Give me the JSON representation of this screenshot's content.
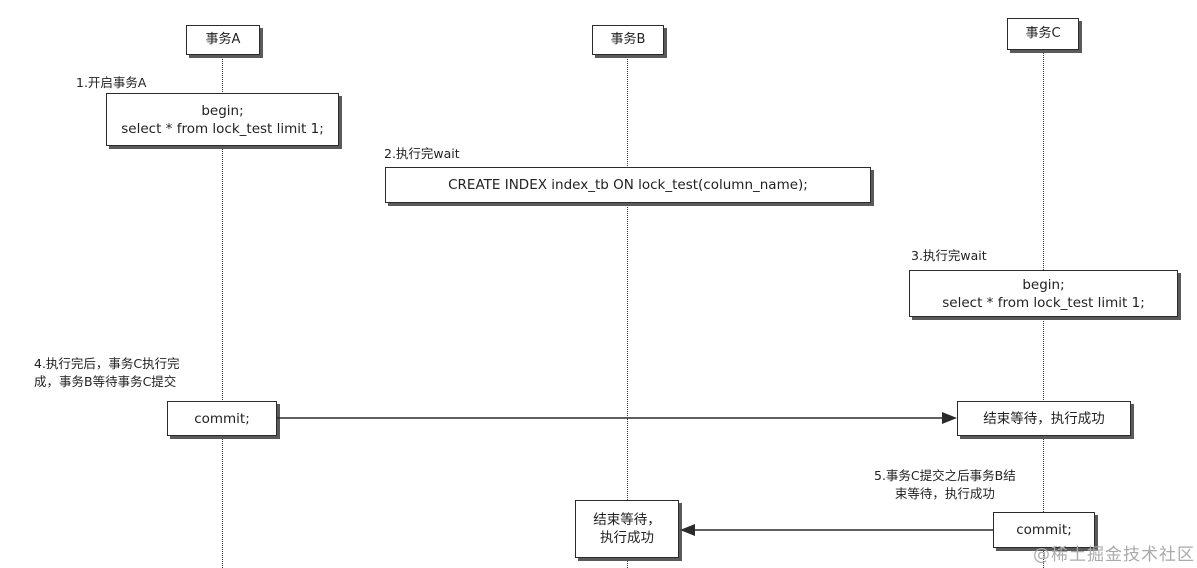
{
  "participants": {
    "a": "事务A",
    "b": "事务B",
    "c": "事务C"
  },
  "notes": {
    "n1": "1.开启事务A",
    "n2": "2.执行完wait",
    "n3": "3.执行完wait",
    "n4": "4.执行完后，事务C执行完\n成，事务B等待事务C提交",
    "n5": "5.事务C提交之后事务B结\n束等待，执行成功"
  },
  "boxes": {
    "a_begin": "begin;\nselect * from lock_test limit 1;",
    "b_create": "CREATE INDEX index_tb ON lock_test(column_name);",
    "c_begin": "begin;\nselect * from lock_test limit 1;",
    "a_commit": "commit;",
    "c_done": "结束等待，执行成功",
    "b_done": "结束等待，\n执行成功",
    "c_commit": "commit;"
  },
  "watermark": "@稀土掘金技术社区"
}
